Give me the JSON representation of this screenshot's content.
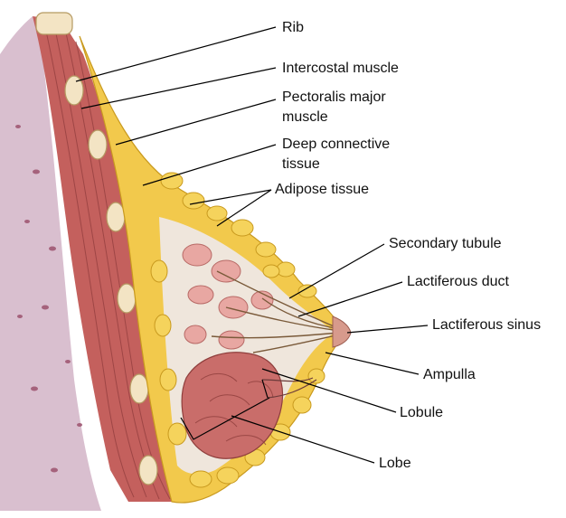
{
  "labels": {
    "rib": "Rib",
    "intercostal_muscle": "Intercostal muscle",
    "pectoralis_line1": "Pectoralis major",
    "pectoralis_line2": "muscle",
    "deep_connective_line1": "Deep connective",
    "deep_connective_line2": "tissue",
    "adipose_tissue": "Adipose tissue",
    "secondary_tubule": "Secondary tubule",
    "lactiferous_duct": "Lactiferous duct",
    "lactiferous_sinus": "Lactiferous sinus",
    "ampulla": "Ampulla",
    "lobule": "Lobule",
    "lobe": "Lobe"
  },
  "colors": {
    "chest_wall": "#d9bfcf",
    "chest_wall_speckle": "#a5627c",
    "muscle": "#c4605d",
    "muscle_dark": "#8e3b3b",
    "fat": "#f2c94c",
    "fat_outline": "#c99a1f",
    "breast_bg": "#efe6dc",
    "lobe": "#c96d6a",
    "lobe_dark": "#8f3e3c",
    "rib": "#f3e4c4"
  }
}
